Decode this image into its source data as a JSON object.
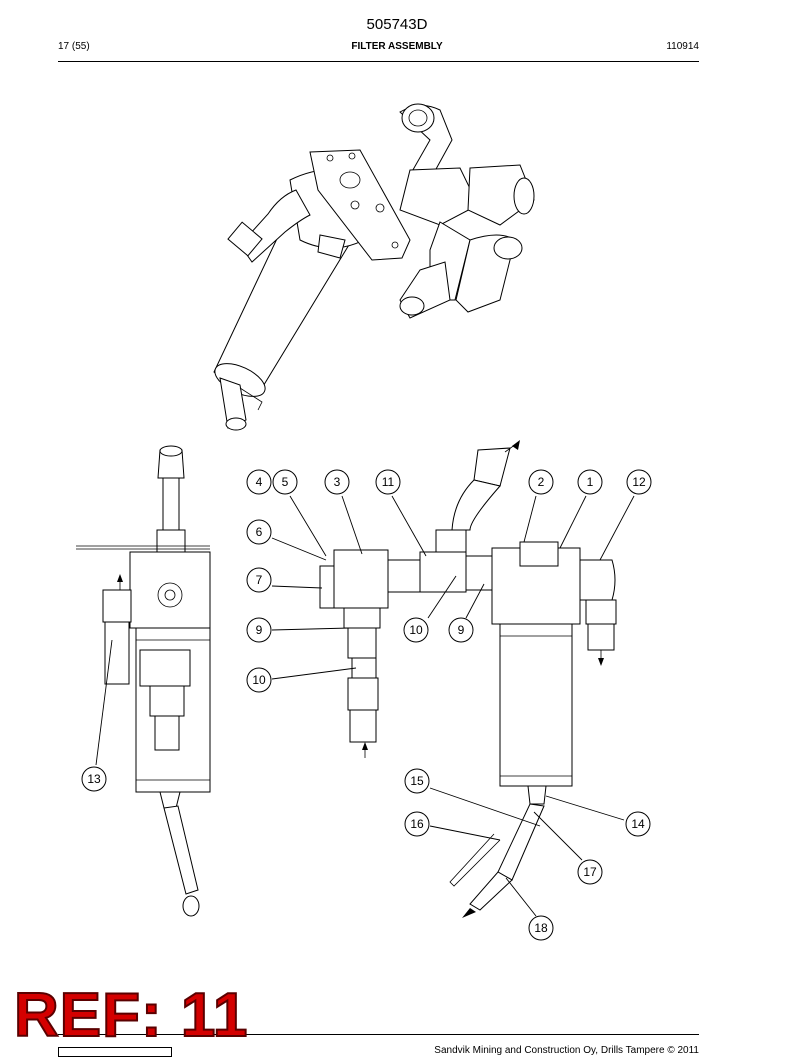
{
  "header": {
    "doc_number": "505743D",
    "page": "17 (55)",
    "title": "FILTER ASSEMBLY",
    "date": "110914"
  },
  "footer": {
    "copyright": "Sandvik Mining and Construction Oy, Drills Tampere © 2011"
  },
  "stamp": {
    "text": "REF: 11",
    "color": "#d40000"
  },
  "callouts": [
    "4",
    "5",
    "3",
    "11",
    "2",
    "1",
    "12",
    "6",
    "7",
    "9",
    "10",
    "9",
    "10",
    "13",
    "15",
    "14",
    "16",
    "17",
    "18"
  ]
}
